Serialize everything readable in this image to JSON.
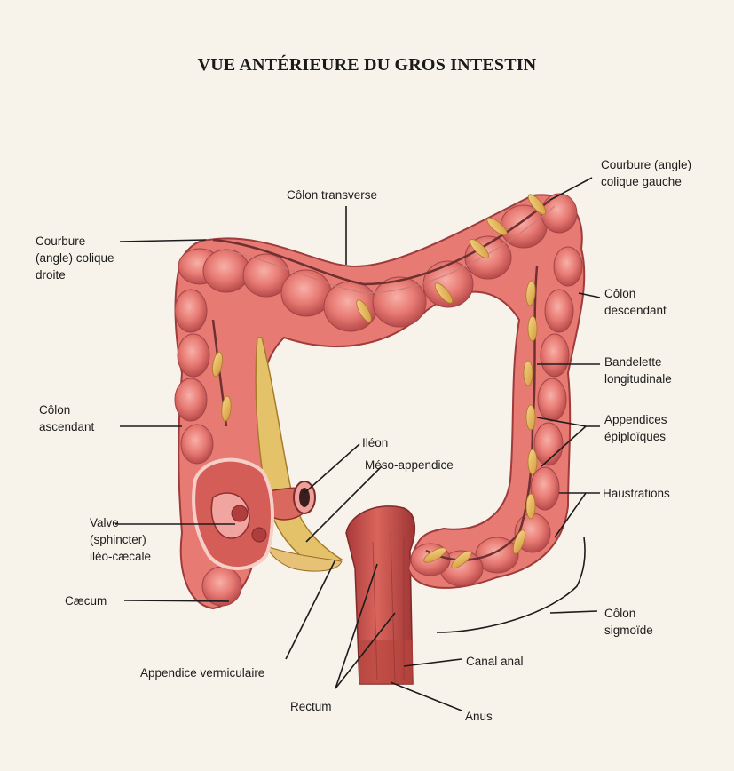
{
  "title": "VUE ANTÉRIEURE DU GROS INTESTIN",
  "labels": {
    "courbure_gauche": [
      "Courbure (angle)",
      "colique gauche"
    ],
    "colon_transverse": [
      "Côlon transverse"
    ],
    "courbure_droite": [
      "Courbure",
      "(angle) colique",
      "droite"
    ],
    "colon_descendant": [
      "Côlon",
      "descendant"
    ],
    "bandelette": [
      "Bandelette",
      "longitudinale"
    ],
    "colon_ascendant": [
      "Côlon",
      "ascendant"
    ],
    "appendices": [
      "Appendices",
      "épiploïques"
    ],
    "ileon": [
      "Iléon"
    ],
    "meso_appendice": [
      "Méso-appendice"
    ],
    "haustrations": [
      "Haustrations"
    ],
    "valve": [
      "Valve",
      "(sphincter)",
      "iléo-cæcale"
    ],
    "caecum": [
      "Cæcum"
    ],
    "colon_sigmoide": [
      "Côlon",
      "sigmoïde"
    ],
    "appendice_vermiculaire": [
      "Appendice vermiculaire"
    ],
    "canal_anal": [
      "Canal anal"
    ],
    "rectum": [
      "Rectum"
    ],
    "anus": [
      "Anus"
    ]
  },
  "colors": {
    "colon_fill": "#e77a73",
    "colon_dark": "#b84a4a",
    "colon_light": "#f3a39c",
    "fat": "#e7b25a",
    "band": "#7a3b3b",
    "rectum": "#c8504a",
    "background": "#f8f3ea"
  }
}
